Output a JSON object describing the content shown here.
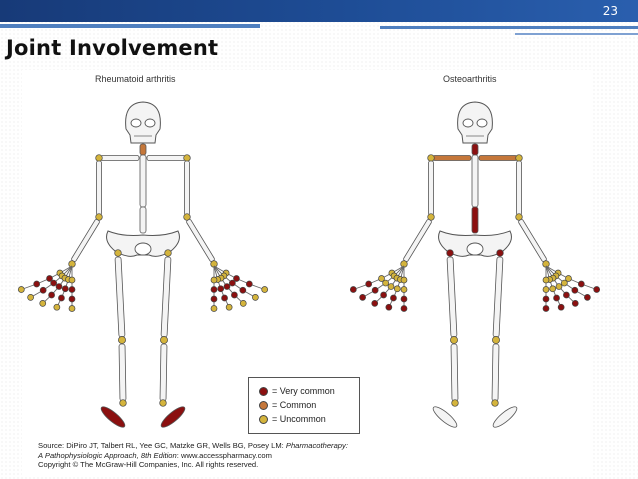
{
  "slide": {
    "number": "23",
    "title": "Joint Involvement"
  },
  "panels": [
    {
      "id": "ra",
      "title": "Rheumatoid arthritis"
    },
    {
      "id": "oa",
      "title": "Osteoarthritis"
    }
  ],
  "legend": {
    "items": [
      {
        "label": "= Very common",
        "color": "#8b1010"
      },
      {
        "label": "= Common",
        "color": "#c5773a"
      },
      {
        "label": "= Uncommon",
        "color": "#d4b43c"
      }
    ]
  },
  "source": {
    "line1_prefix": "Source: DiPiro JT, Talbert RL, Yee GC, Matzke GR, Wells BG, Posey LM: ",
    "line1_italic": "Pharmacotherapy:",
    "line2_italic": "A Pathophysiologic Approach, 8th Edition",
    "line2_suffix": ": www.accesspharmacy.com",
    "line3": "Copyright © The McGraw-Hill Companies, Inc. All rights reserved."
  },
  "colors": {
    "very_common": "#8b1010",
    "common": "#c5773a",
    "uncommon": "#d4b43c",
    "bone": "#f4f4f4"
  }
}
